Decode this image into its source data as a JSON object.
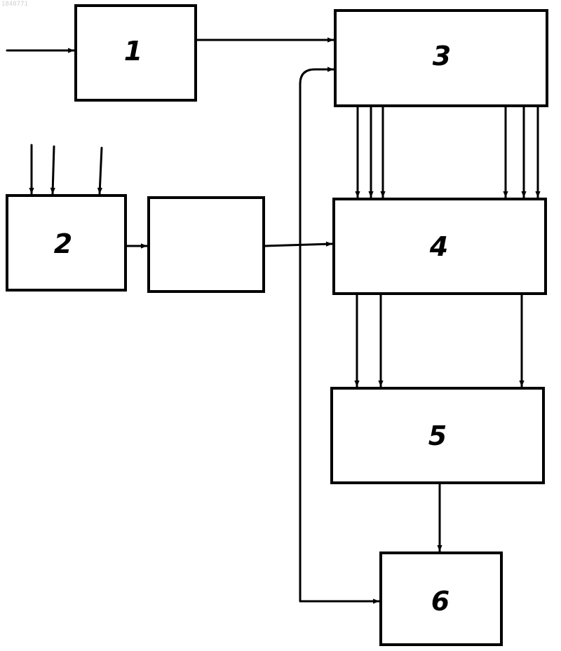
{
  "diagram": {
    "corner_mark": "1840771",
    "blocks": {
      "b1": "1",
      "b2": "2",
      "b3": "3",
      "b4": "4",
      "b5": "5",
      "b6": "6",
      "unlabeled": ""
    }
  }
}
